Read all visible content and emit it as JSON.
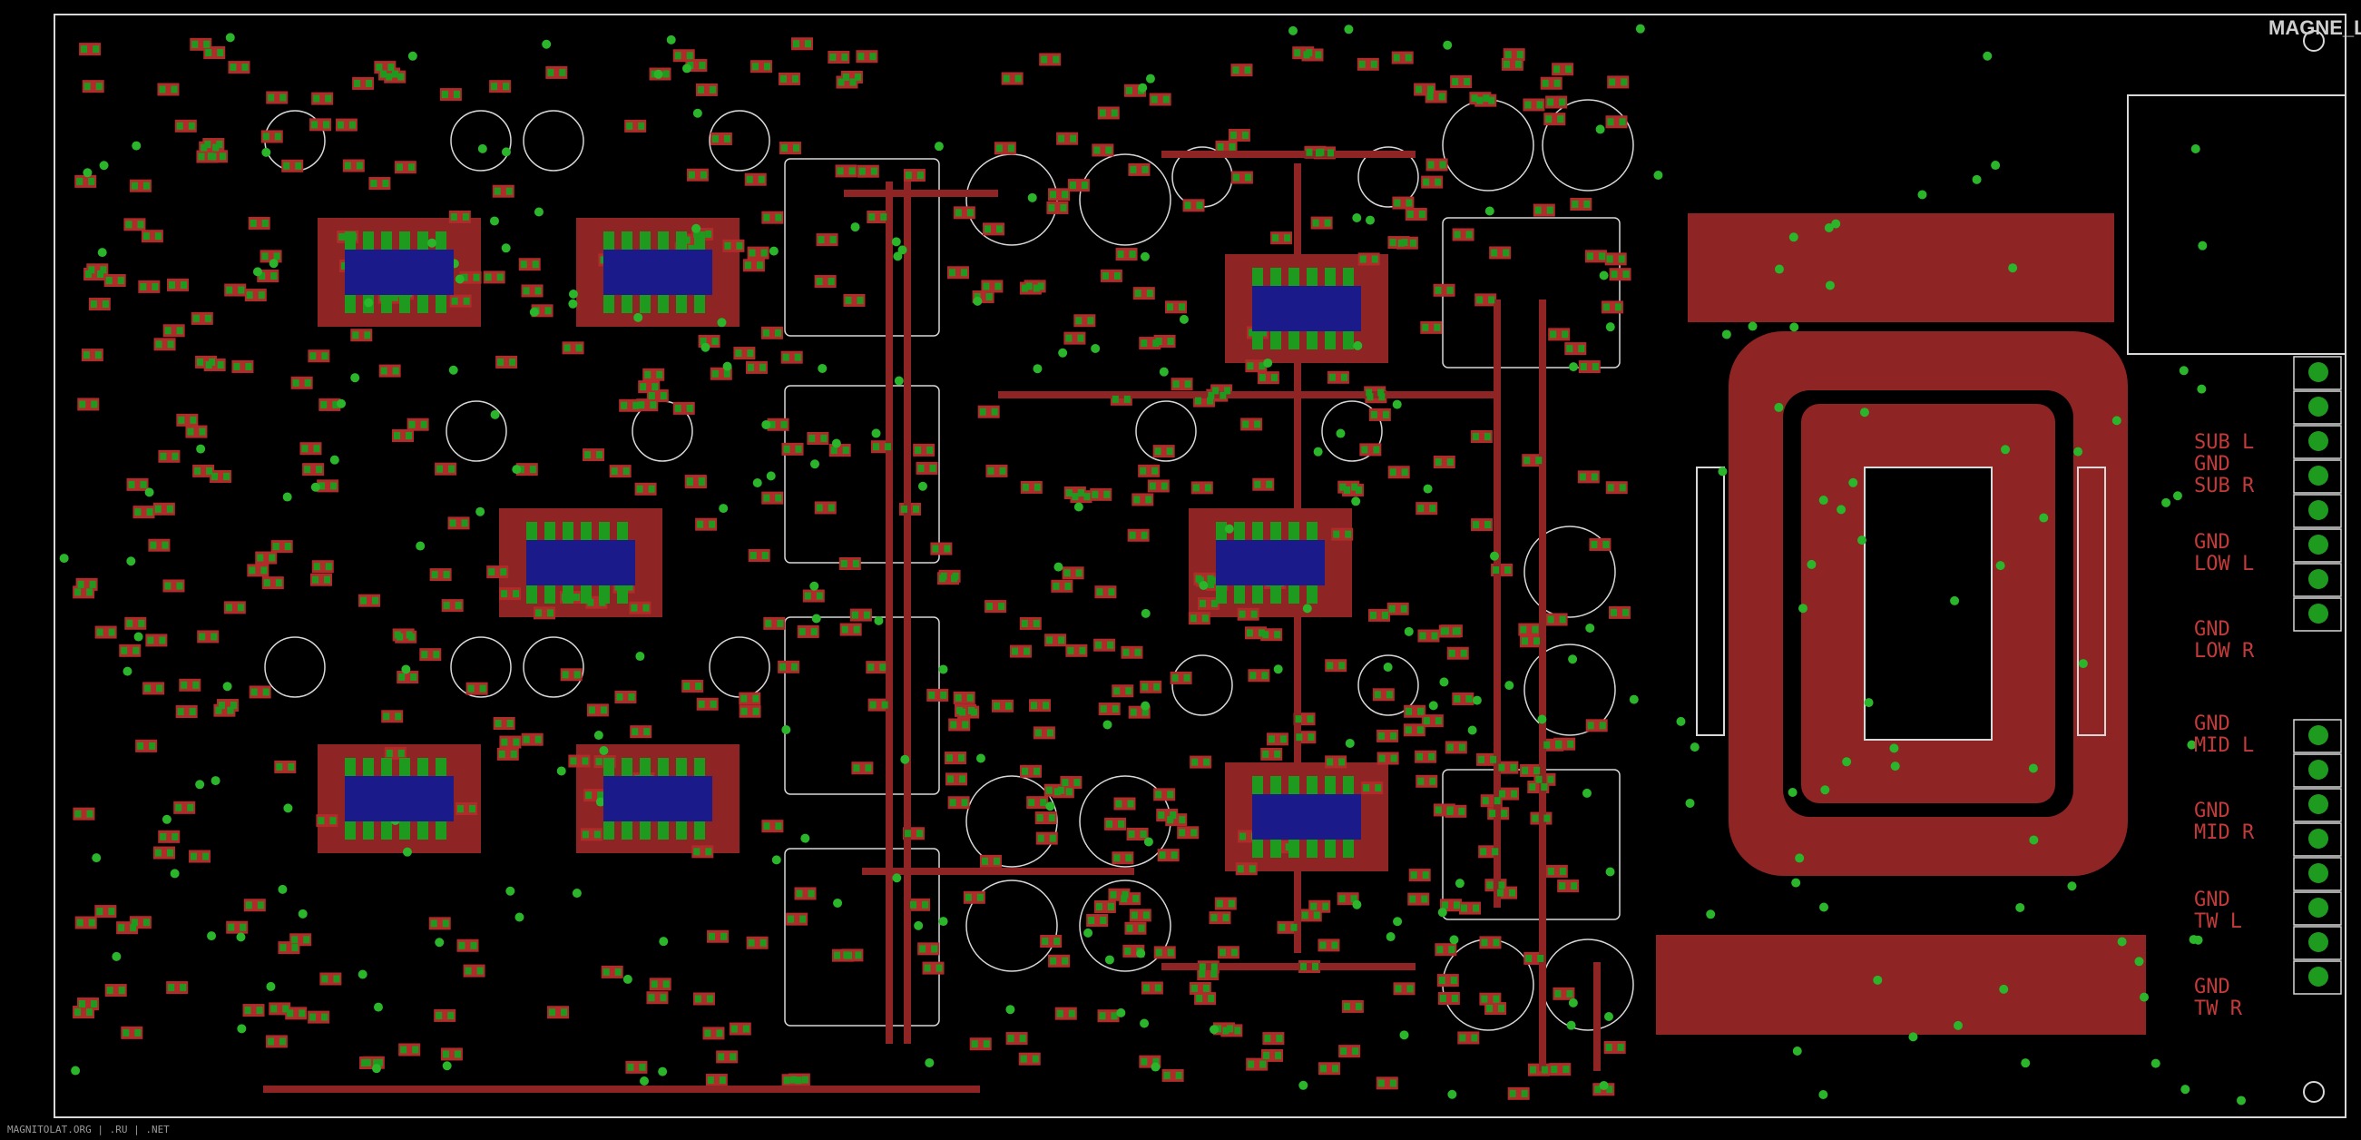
{
  "board": {
    "brand_text": "MAGNE_LA",
    "footer_text": "MAGNITOLAT.ORG | .RU | .NET",
    "colors": {
      "background": "#000000",
      "copper": "#8e2424",
      "copper_bright": "#b22b2b",
      "pad": "#1e9b1e",
      "outline": "#d8d8d8",
      "via": "#2ab52a",
      "blue_part": "#1a1a8a"
    }
  },
  "outputs": {
    "labels": [
      {
        "line1": "SUB L",
        "line2": "GND",
        "line3": "SUB R"
      },
      {
        "line1": "GND",
        "line2": "LOW L"
      },
      {
        "line1": "GND",
        "line2": "LOW R"
      },
      {
        "line1": "GND",
        "line2": "MID L"
      },
      {
        "line1": "GND",
        "line2": "MID R"
      },
      {
        "line1": "GND",
        "line2": "TW L"
      },
      {
        "line1": "GND",
        "line2": "TW R"
      }
    ]
  }
}
